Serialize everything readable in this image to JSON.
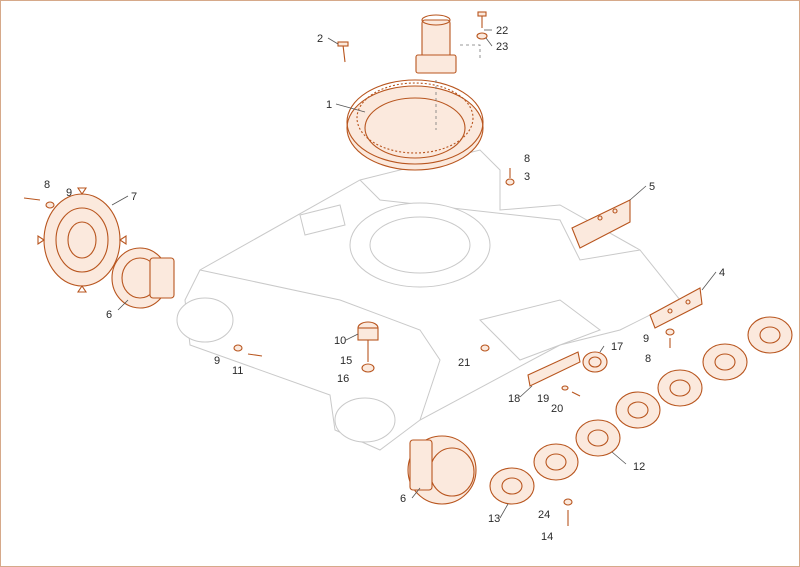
{
  "diagram": {
    "callouts": [
      "1",
      "2",
      "3",
      "4",
      "5",
      "6",
      "6",
      "7",
      "8",
      "8",
      "8",
      "9",
      "9",
      "9",
      "10",
      "11",
      "12",
      "13",
      "14",
      "15",
      "16",
      "17",
      "18",
      "19",
      "20",
      "21",
      "22",
      "23",
      "24"
    ]
  },
  "colors": {
    "part_line": "#b8551e",
    "frame_line": "#c9c9c9",
    "label": "#2a2a2a"
  },
  "icons": {
    "watermark": "faint-tiger-emblem"
  }
}
